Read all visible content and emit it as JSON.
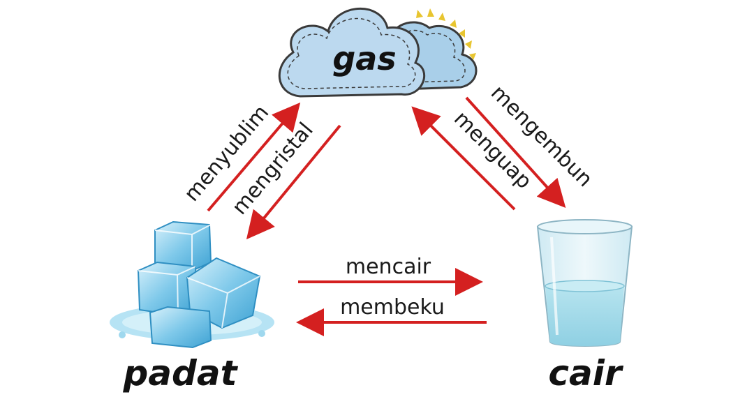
{
  "states": {
    "gas": "gas",
    "solid": "padat",
    "liquid": "cair"
  },
  "transitions": {
    "solid_to_gas": "menyublim",
    "gas_to_solid": "mengristal",
    "liquid_to_gas": "menguap",
    "gas_to_liquid": "mengembun",
    "solid_to_liquid": "mencair",
    "liquid_to_solid": "membeku"
  },
  "colors": {
    "arrow": "#d42020",
    "cloud_fill": "#bcd9ef",
    "cloud_stroke": "#3a3a3a",
    "ice": "#7ec8e8",
    "water": "#a8dcea",
    "sun": "#e8c530"
  },
  "icons": {
    "gas": "cloud-icon",
    "solid": "ice-cubes-icon",
    "liquid": "water-glass-icon"
  }
}
